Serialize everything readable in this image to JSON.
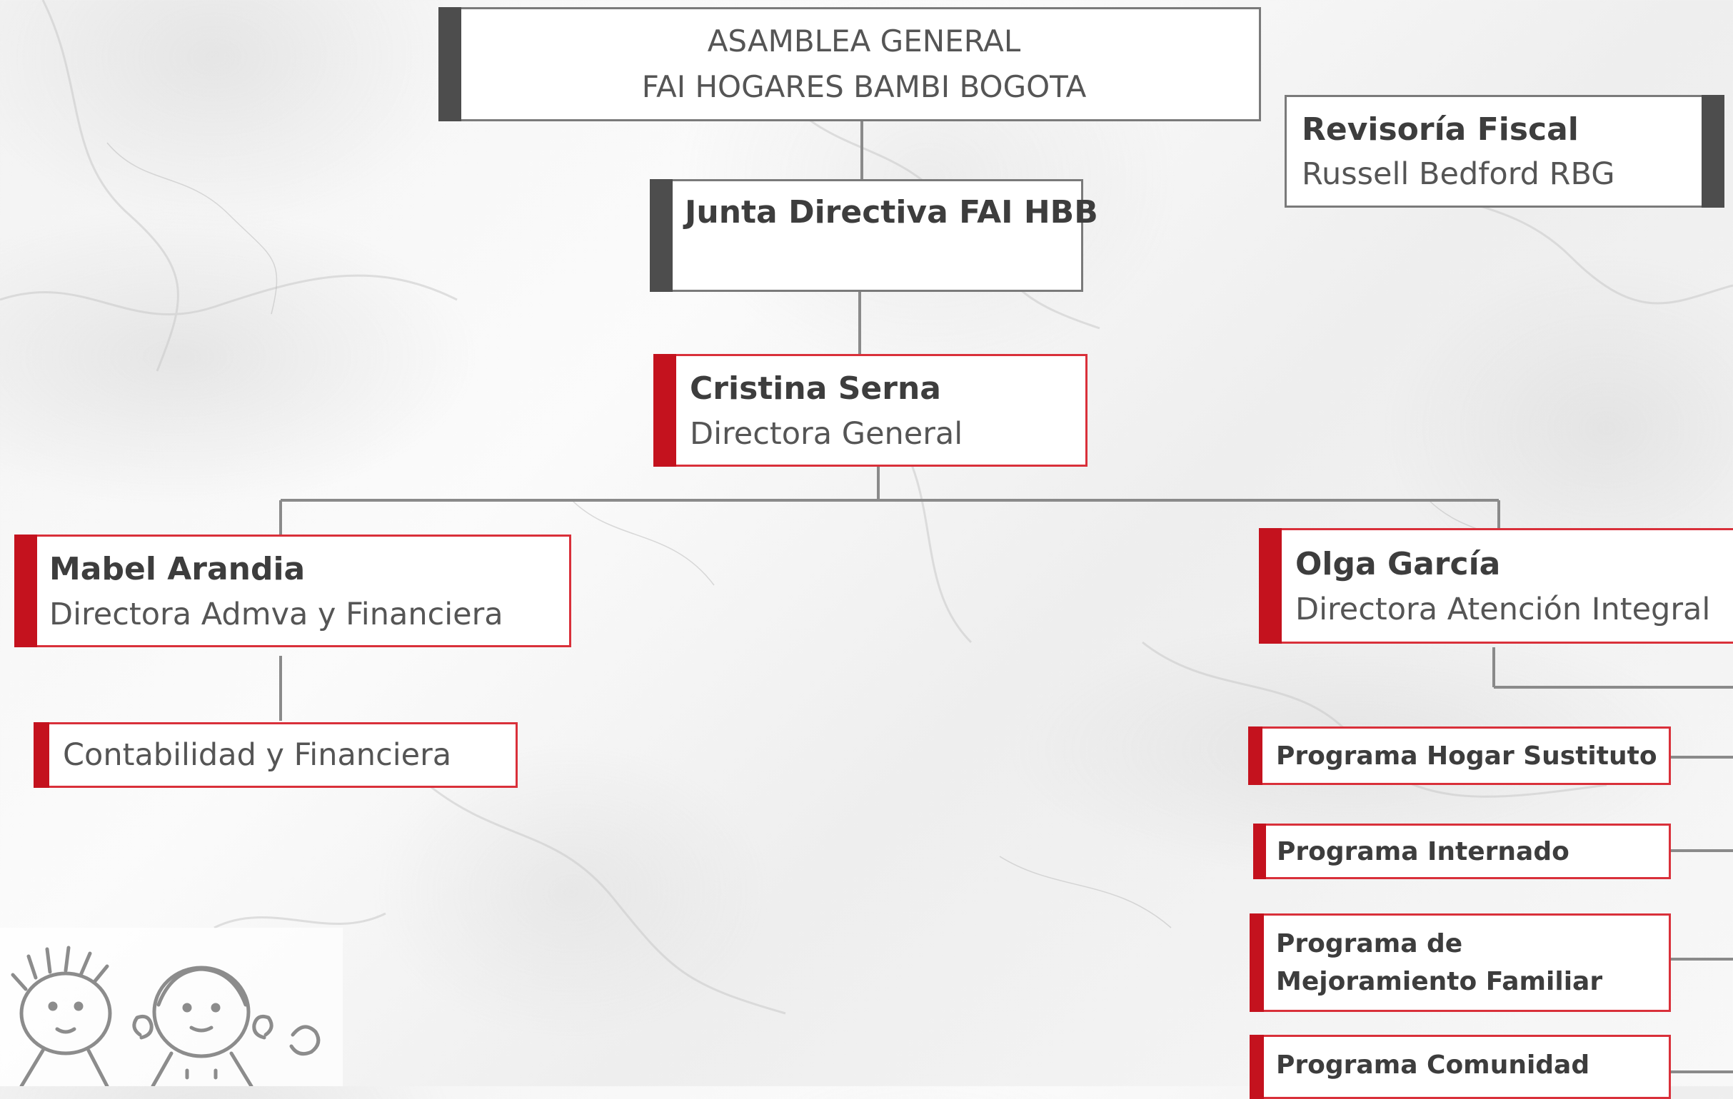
{
  "assembly": {
    "line1": "ASAMBLEA GENERAL",
    "line2": "FAI HOGARES BAMBI BOGOTA"
  },
  "fiscal": {
    "name": "Revisoría Fiscal",
    "role": "Russell Bedford RBG"
  },
  "board": {
    "name": "Junta Directiva FAI HBB"
  },
  "director_general": {
    "name": "Cristina Serna",
    "role": "Directora General"
  },
  "admin_director": {
    "name": "Mabel Arandia",
    "role": "Directora Admva y Financiera"
  },
  "accounting": {
    "label": "Contabilidad y Financiera"
  },
  "care_director": {
    "name": "Olga García",
    "role": "Directora Atención Integral"
  },
  "programs": [
    {
      "label": "Programa Hogar Sustituto"
    },
    {
      "label": "Programa Internado"
    },
    {
      "line1": "Programa de",
      "line2": "Mejoramiento Familiar"
    },
    {
      "label": "Programa Comunidad"
    }
  ],
  "colors": {
    "accent_red": "#c4121e",
    "border_red": "#d9303a",
    "bar_gray": "#4d4d4d",
    "line_gray": "#8a8a8a"
  }
}
